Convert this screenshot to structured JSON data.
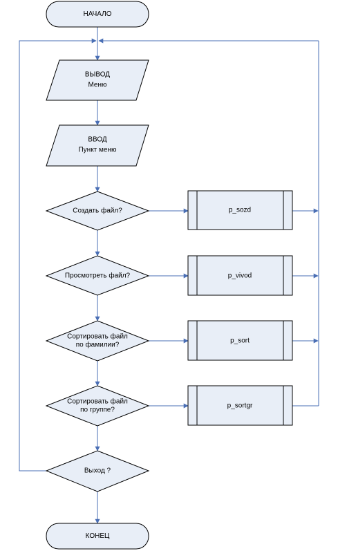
{
  "colors": {
    "shape_fill": "#e8eef7",
    "connector": "#4a6fb5",
    "outline": "#000000"
  },
  "nodes": {
    "start": {
      "line1": "НАЧАЛО"
    },
    "output_menu": {
      "line1": "ВЫВОД",
      "line2": "Меню"
    },
    "input_item": {
      "line1": "ВВОД",
      "line2": "Пункт меню"
    },
    "q_create": {
      "line1": "Создать файл?"
    },
    "q_view": {
      "line1": "Просмотреть файл?"
    },
    "q_sort_name": {
      "line1": "Сортировать файл",
      "line2": "по фамилии?"
    },
    "q_sort_group": {
      "line1": "Сортировать файл",
      "line2": "по группе?"
    },
    "q_exit": {
      "line1": "Выход ?"
    },
    "end": {
      "line1": "КОНЕЦ"
    },
    "p_sozd": {
      "line1": "p_sozd"
    },
    "p_vivod": {
      "line1": "p_vivod"
    },
    "p_sort": {
      "line1": "p_sort"
    },
    "p_sortgr": {
      "line1": "p_sortgr"
    }
  }
}
